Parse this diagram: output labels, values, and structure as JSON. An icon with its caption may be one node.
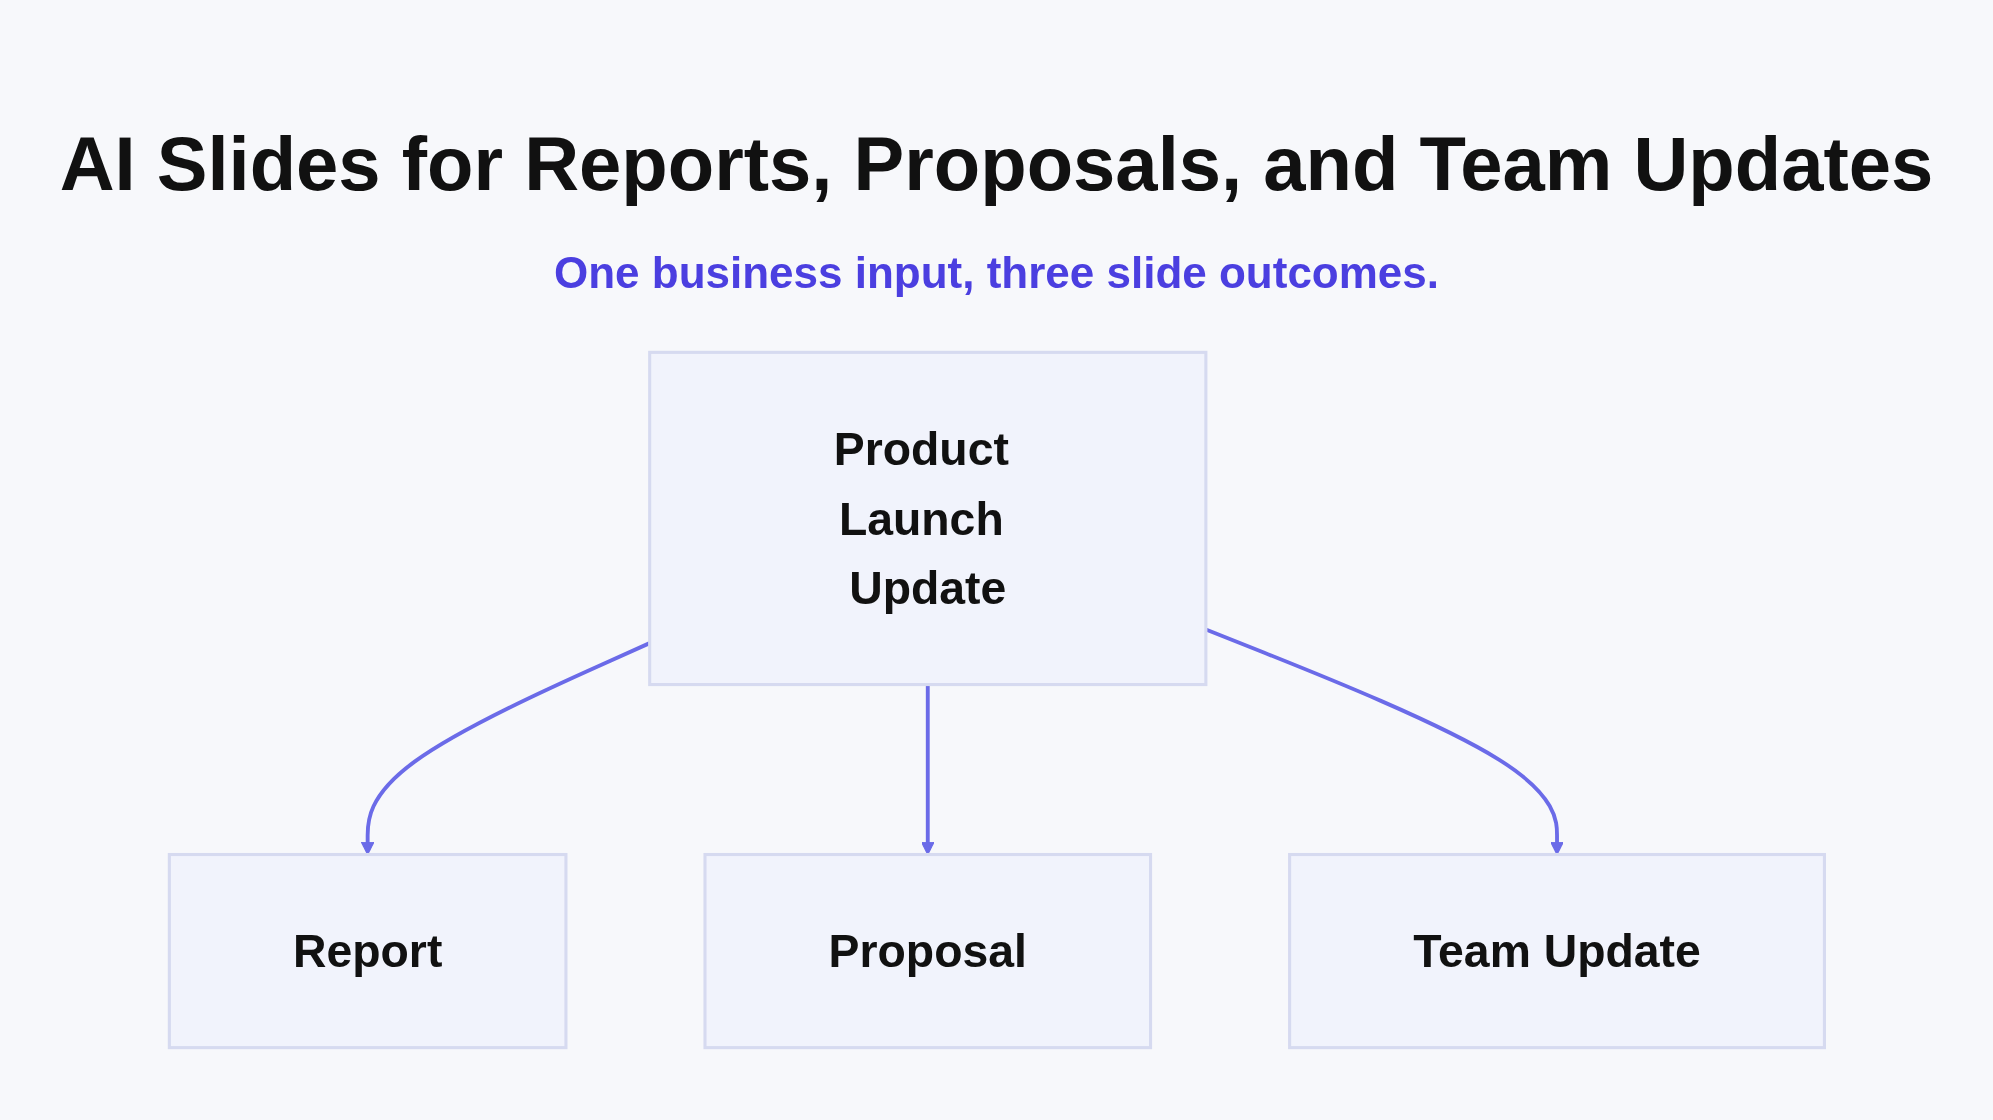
{
  "diagram": {
    "title": "AI Slides for Reports, Proposals, and Team Updates",
    "nodes": [
      {
        "text": [
          "Product Launch Update"
        ]
      },
      {
        "text": [
          "Report"
        ]
      },
      {
        "text": [
          "Proposal"
        ]
      },
      {
        "text": [
          "Team Update"
        ]
      }
    ],
    "edges": [
      {
        "from": 0,
        "to": 1,
        "arrow": "to"
      },
      {
        "from": 0,
        "to": 2,
        "arrow": "to"
      },
      {
        "from": 0,
        "to": 3,
        "arrow": "to"
      }
    ],
    "labels": [
      "One business input, three slide outcomes."
    ]
  }
}
